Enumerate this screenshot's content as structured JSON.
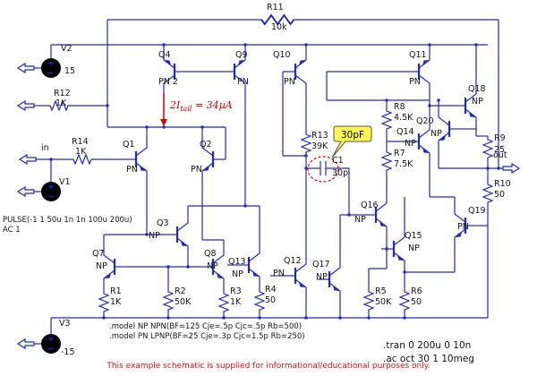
{
  "components": {
    "R1": {
      "name": "R1",
      "value": "1K"
    },
    "R2": {
      "name": "R2",
      "value": "50K"
    },
    "R3": {
      "name": "R3",
      "value": "1K"
    },
    "R4": {
      "name": "R4",
      "value": "50"
    },
    "R5": {
      "name": "R5",
      "value": "50K"
    },
    "R6": {
      "name": "R6",
      "value": "50"
    },
    "R7": {
      "name": "R7",
      "value": "7.5K"
    },
    "R8": {
      "name": "R8",
      "value": "4.5K"
    },
    "R9": {
      "name": "R9",
      "value": "25"
    },
    "R10": {
      "name": "R10",
      "value": "50"
    },
    "R11": {
      "name": "R11",
      "value": "10k"
    },
    "R12": {
      "name": "R12",
      "value": "1K"
    },
    "R13": {
      "name": "R13",
      "value": "39K"
    },
    "R14": {
      "name": "R14",
      "value": "1K"
    },
    "C1": {
      "name": "C1",
      "value": "30p"
    },
    "V1": {
      "name": "V1",
      "value": "PULSE(-1 1 50u 1n 1n 100u 200u)",
      "value2": "AC 1"
    },
    "V2": {
      "name": "V2",
      "value": "15"
    },
    "V3": {
      "name": "V3",
      "value": "-15"
    },
    "Q1": {
      "name": "Q1",
      "type": "PN"
    },
    "Q2": {
      "name": "Q2",
      "type": "PN"
    },
    "Q3": {
      "name": "Q3",
      "type": "NP"
    },
    "Q4": {
      "name": "Q4",
      "type": "PN 2"
    },
    "Q7": {
      "name": "Q7",
      "type": "NP"
    },
    "Q8": {
      "name": "Q8",
      "type": "NP"
    },
    "Q9": {
      "name": "Q9",
      "type": "PN"
    },
    "Q10": {
      "name": "Q10",
      "type": "PN"
    },
    "Q11": {
      "name": "Q11",
      "type": "PN"
    },
    "Q12": {
      "name": "Q12",
      "type": "PN"
    },
    "Q13": {
      "name": "Q13",
      "type": "NP"
    },
    "Q14": {
      "name": "Q14",
      "type": "NP"
    },
    "Q15": {
      "name": "Q15",
      "type": "NP"
    },
    "Q16": {
      "name": "Q16",
      "type": "NP"
    },
    "Q17": {
      "name": "Q17",
      "type": "NP"
    },
    "Q18": {
      "name": "Q18",
      "type": "NP"
    },
    "Q19": {
      "name": "Q19",
      "type": "PN"
    },
    "Q20": {
      "name": "Q20",
      "type": "NP"
    }
  },
  "ports": {
    "in": "in",
    "out": "out"
  },
  "annotations": {
    "tail_prefix": "2I",
    "tail_sub": "tail",
    "tail_suffix": " = 34µA",
    "comp_cap_callout": "30pF"
  },
  "directives": {
    "model_np": ".model NP NPN(BF=125 Cje=.5p Cjc=.5p Rb=500)",
    "model_pn": ".model PN LPNP(BF=25 Cje=.3p Cjc=1.5p Rb=250)",
    "tran": ".tran 0 200u 0 10n",
    "ac": ".ac oct 30 1 10meg"
  },
  "footer": "This example schematic is supplied for informational/educational purposes only.",
  "colors": {
    "wire": "#2126c9",
    "label": "#141414",
    "annotation_red": "#d40000",
    "callout_fill": "#fff952",
    "footer_red": "#c41414",
    "background": "#ffffff"
  }
}
